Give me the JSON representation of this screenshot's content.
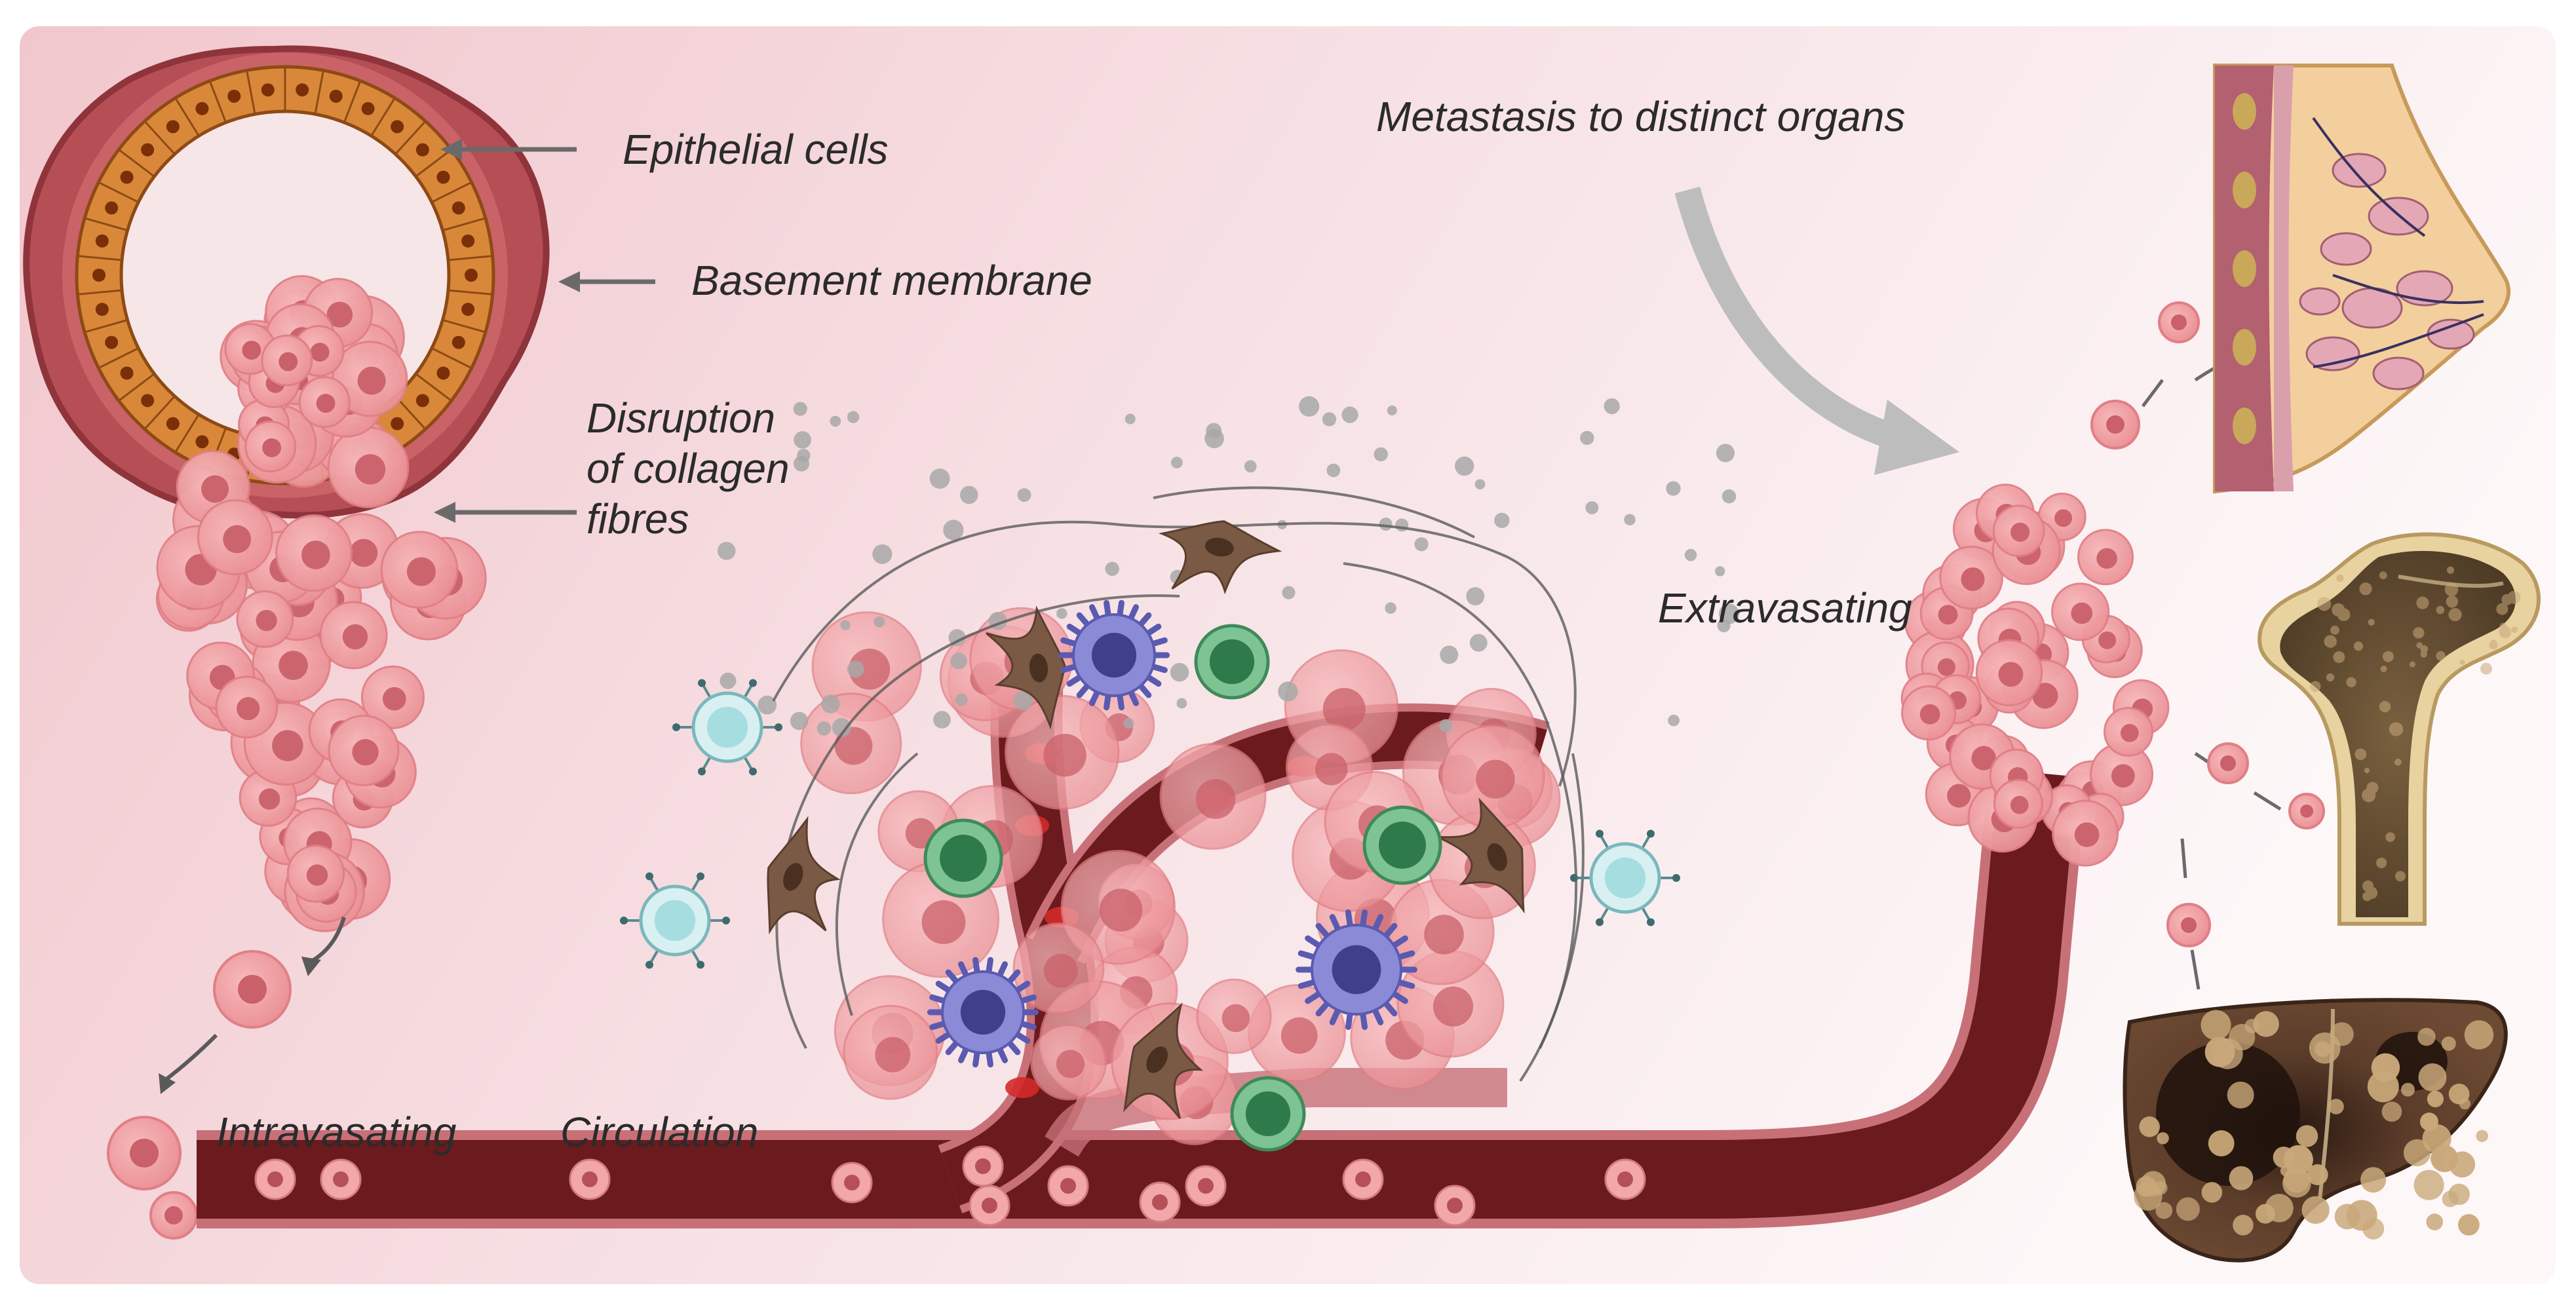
{
  "labels": {
    "epithelial_cells": "Epithelial cells",
    "basement_membrane": "Basement membrane",
    "disruption_line1": "Disruption",
    "disruption_line2": "of collagen",
    "disruption_line3": "fibres",
    "metastasis": "Metastasis to distinct organs",
    "extravasating": "Extravasating",
    "intravasating": "Intravasating",
    "circulation": "Circulation"
  },
  "colors": {
    "background_left": "#f1c9cf",
    "background_right": "#fbf3f4",
    "vessel_dark": "#6b1a1d",
    "vessel_wall": "#c96a6c",
    "tumor_cell": "#f2a3a6",
    "tumor_nucleus": "#d46d73",
    "epithelial": "#d98a3d",
    "epithelial_nucleus": "#8a3a0c",
    "basement": "#9e4045",
    "fibroblast": "#7a5a45",
    "dendritic": "#6f6fc0",
    "lymphocyte": "#4f9a6f",
    "macrophage": "#a6dde0",
    "breast": "#f0c998",
    "bone": "#6b5436",
    "liver": "#5a3a28",
    "arrow": "#bdbdbd"
  }
}
